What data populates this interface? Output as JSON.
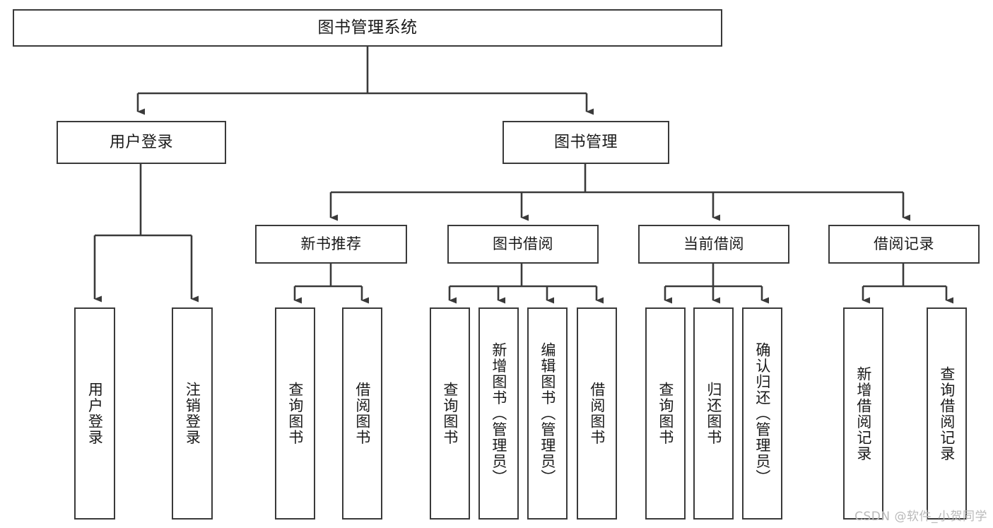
{
  "diagram": {
    "title": "图书管理系统",
    "type": "tree-hierarchy",
    "watermark": "CSDN @软件_小贺同学",
    "colors": {
      "background": "#ffffff",
      "border": "#3a3a3a",
      "connector": "#3a3a3a",
      "text": "#1a1a1a",
      "watermark": "#b9b9b9"
    },
    "nodes": {
      "root": {
        "label": "图书管理系统"
      },
      "level2": [
        {
          "label": "用户登录"
        },
        {
          "label": "图书管理"
        }
      ],
      "level3": [
        {
          "label": "新书推荐"
        },
        {
          "label": "图书借阅"
        },
        {
          "label": "当前借阅"
        },
        {
          "label": "借阅记录"
        }
      ],
      "leaves": {
        "user_login": [
          {
            "label": "用户登录"
          },
          {
            "label": "注销登录"
          }
        ],
        "new_book_recommend": [
          {
            "label": "查询图书"
          },
          {
            "label": "借阅图书"
          }
        ],
        "book_borrow": [
          {
            "label": "查询图书"
          },
          {
            "label": "新增图书（管理员）"
          },
          {
            "label": "编辑图书（管理员）"
          },
          {
            "label": "借阅图书"
          }
        ],
        "current_borrow": [
          {
            "label": "查询图书"
          },
          {
            "label": "归还图书"
          },
          {
            "label": "确认归还（管理员）"
          }
        ],
        "borrow_record": [
          {
            "label": "新增借阅记录"
          },
          {
            "label": "查询借阅记录"
          }
        ]
      }
    }
  }
}
